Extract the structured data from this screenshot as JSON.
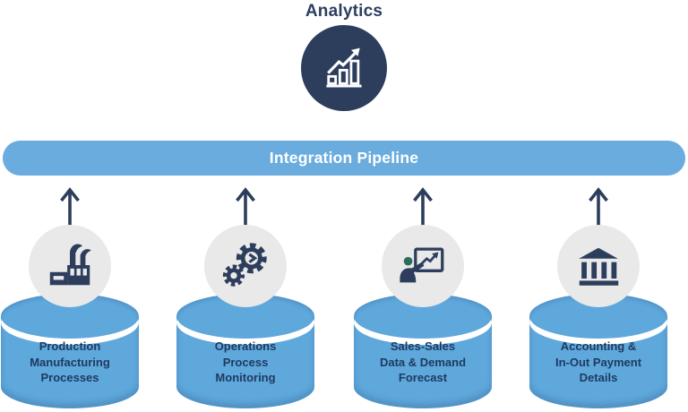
{
  "title": "Analytics",
  "analytics": {
    "icon": "bar-chart-rising-icon"
  },
  "pipeline": {
    "label": "Integration Pipeline"
  },
  "sources": [
    {
      "icon": "factory-icon",
      "lines": [
        "Production",
        "Manufacturing",
        "Processes"
      ]
    },
    {
      "icon": "gears-icon",
      "lines": [
        "Operations",
        "Process",
        "Monitoring"
      ]
    },
    {
      "icon": "presenter-chart-icon",
      "lines": [
        "Sales-Sales",
        "Data & Demand",
        "Forecast"
      ]
    },
    {
      "icon": "bank-icon",
      "lines": [
        "Accounting &",
        "In-Out Payment",
        "Details"
      ]
    }
  ],
  "colors": {
    "navy": "#2d3e5d",
    "text_navy": "#1f3a60",
    "pipeline_blue": "#6aacde",
    "cylinder_blue": "#5fa8dc",
    "circle_gray": "#e9e9e9",
    "head_teal": "#2b6e5e"
  }
}
